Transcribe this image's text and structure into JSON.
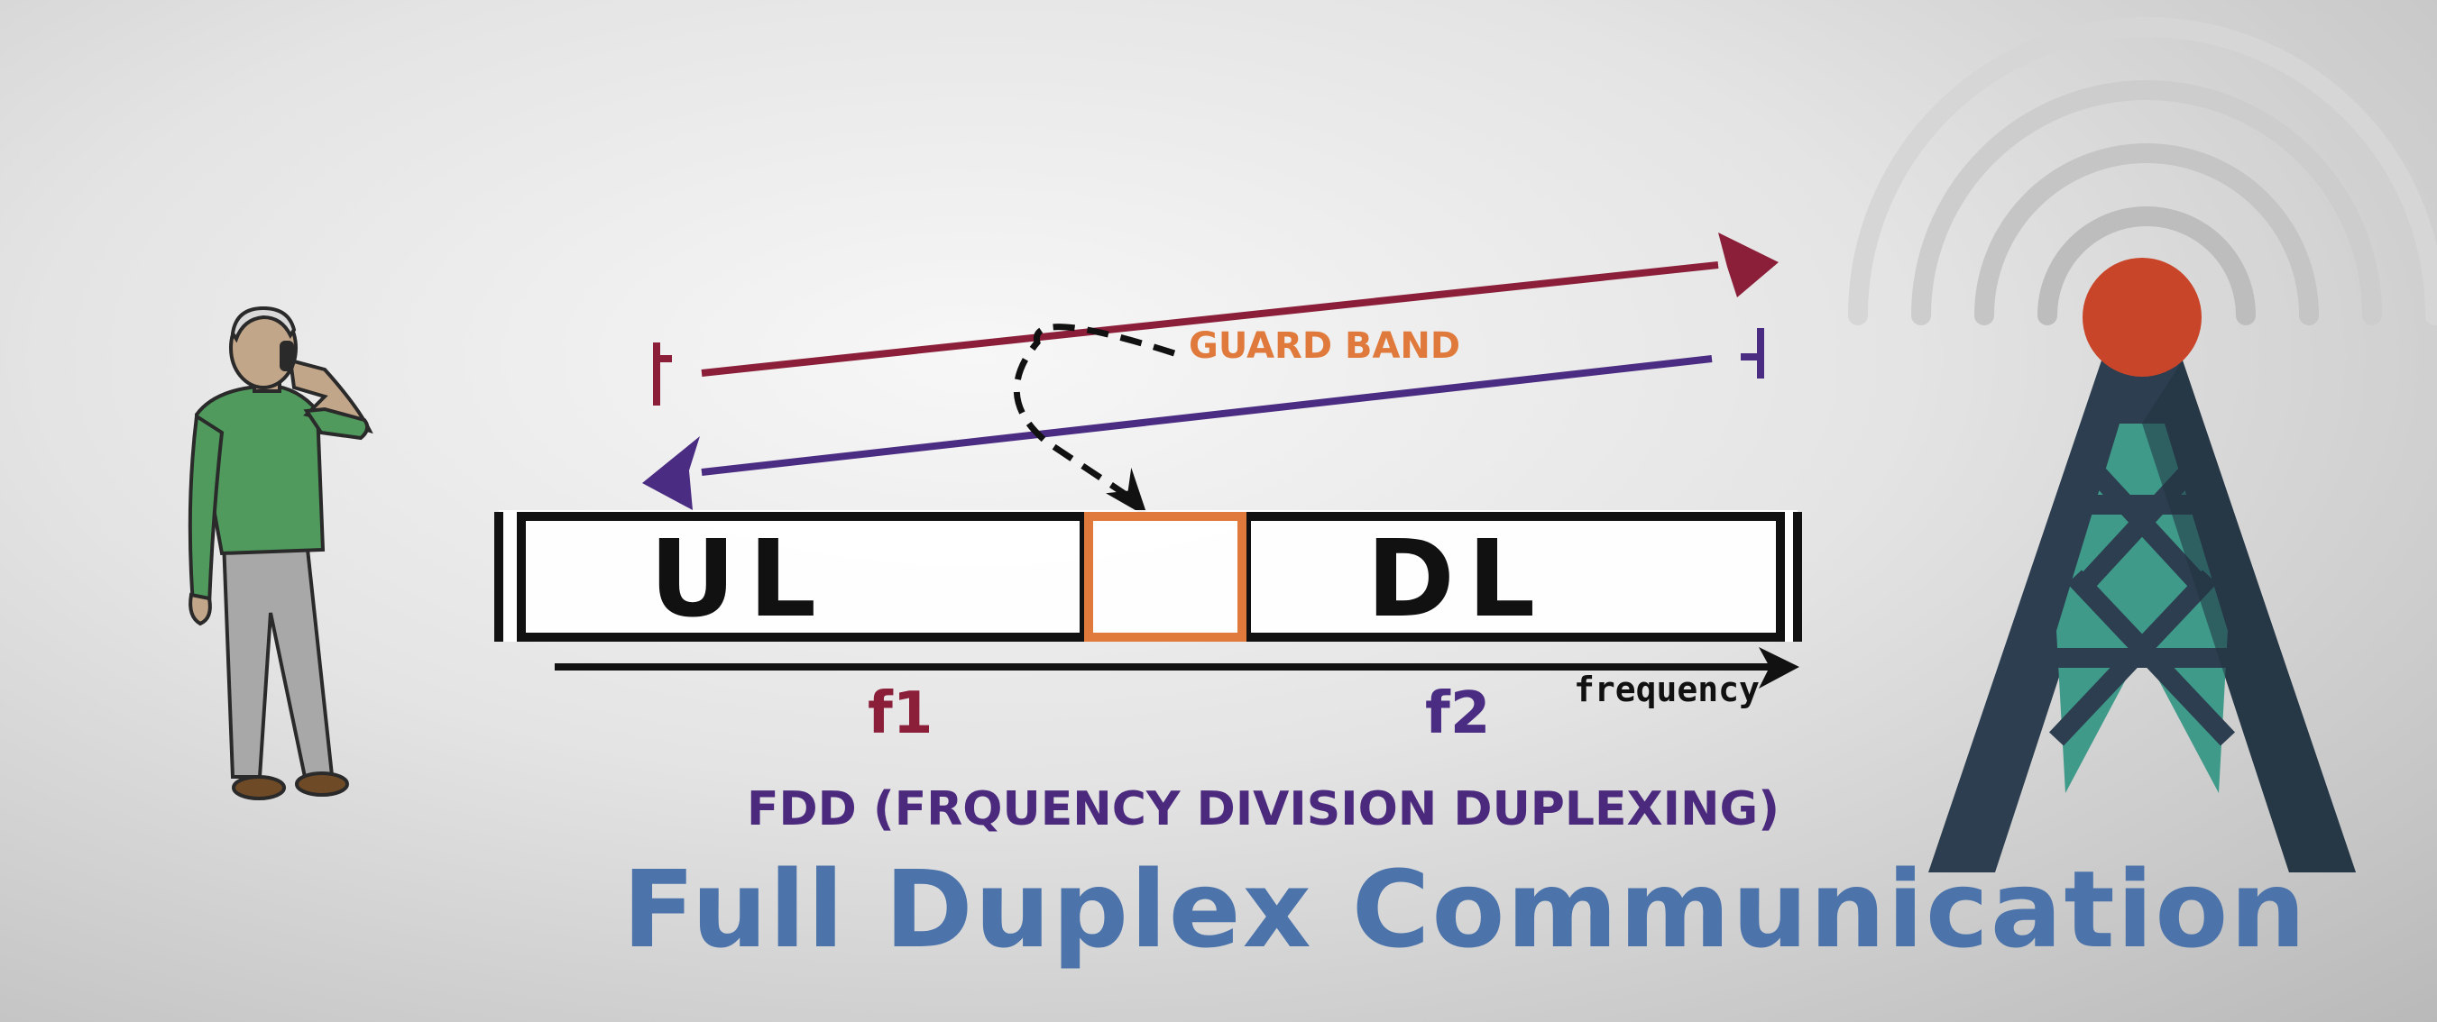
{
  "diagram": {
    "guard_band_label": "GUARD BAND",
    "uplink_label": "UL",
    "downlink_label": "DL",
    "axis_label": "frequency",
    "f1_label": "f1",
    "f2_label": "f2",
    "subtitle": "FDD (FRQUENCY DIVISION DUPLEXING)",
    "title": "Full Duplex Communication"
  },
  "icons": {
    "person": "person-on-phone-icon",
    "tower": "cell-tower-icon",
    "signal": "signal-waves-icon"
  },
  "colors": {
    "uplink_arrow": "#8b1f3a",
    "downlink_arrow": "#4a2c82",
    "guard_band": "#e07a3c",
    "title": "#4c74ab",
    "subtitle": "#4b2a7e",
    "tower_cap": "#c9452a",
    "tower_body": "#2c3e4f",
    "tower_fill": "#3f9a8a"
  }
}
